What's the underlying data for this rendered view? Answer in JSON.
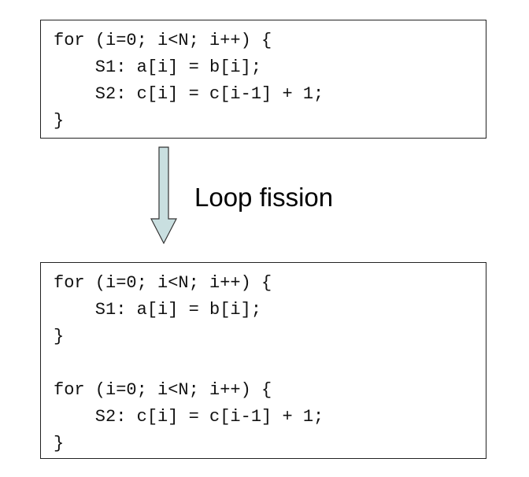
{
  "before": {
    "lines": [
      "for (i=0; i<N; i++) {",
      "    S1: a[i] = b[i];",
      "    S2: c[i] = c[i-1] + 1;",
      "}"
    ]
  },
  "transformation": {
    "label": "Loop fission",
    "arrow_fill": "#c9dfe0",
    "arrow_stroke": "#333333"
  },
  "after": {
    "lines": [
      "for (i=0; i<N; i++) {",
      "    S1: a[i] = b[i];",
      "}",
      "",
      "for (i=0; i<N; i++) {",
      "    S2: c[i] = c[i-1] + 1;",
      "}"
    ]
  }
}
